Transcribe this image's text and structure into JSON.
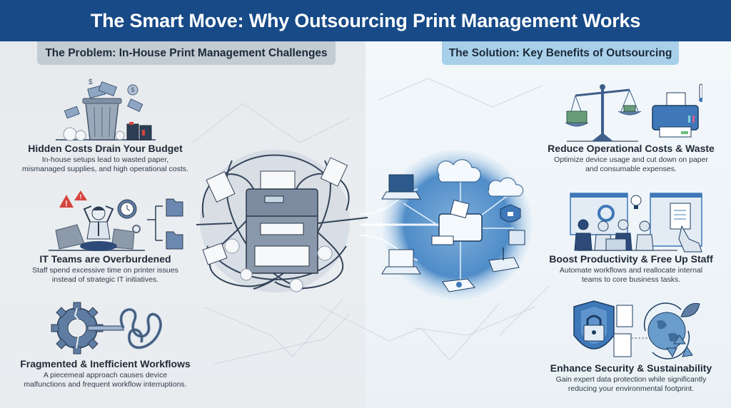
{
  "header": {
    "title": "The Smart Move: Why Outsourcing Print Management Works"
  },
  "problem": {
    "heading": "The Problem: In-House Print Management Challenges",
    "items": [
      {
        "title": "Hidden Costs Drain Your Budget",
        "desc_line1": "In-house setups lead to wasted paper,",
        "desc_line2": "mismanaged supplies, and high operational costs.",
        "icon": "trash-can-money-icon"
      },
      {
        "title": "IT Teams are Overburdened",
        "desc_line1": "Staff spend excessive time on printer issues",
        "desc_line2": "instead of strategic IT initiatives.",
        "icon": "stressed-worker-icon"
      },
      {
        "title": "Fragmented & Inefficient Workflows",
        "desc_line1": "A piecemeal approach causes device",
        "desc_line2": "malfunctions and frequent workflow interruptions.",
        "icon": "broken-gear-tangle-icon"
      }
    ],
    "center_illustration": "tangled-printer-illustration"
  },
  "solution": {
    "heading": "The Solution: Key Benefits of Outsourcing",
    "items": [
      {
        "title": "Reduce Operational Costs & Waste",
        "desc_line1": "Optimize device usage and cut down on paper",
        "desc_line2": "and consumable expenses.",
        "icon": "scale-printer-icon"
      },
      {
        "title": "Boost Productivity & Free Up Staff",
        "desc_line1": "Automate workflows and reallocate internal",
        "desc_line2": "teams to core business tasks.",
        "icon": "team-collaboration-icon"
      },
      {
        "title": "Enhance Security & Sustainability",
        "desc_line1": "Gain expert data protection while significantly",
        "desc_line2": "reducing your environmental footprint.",
        "icon": "shield-globe-recycle-icon"
      }
    ],
    "center_illustration": "connected-network-printer-illustration"
  },
  "colors": {
    "header_bg": "#174a87",
    "problem_badge": "#c3cbd3",
    "solution_badge": "#a9d0ea",
    "accent_blue": "#3f78b8",
    "slate": "#5b6b80",
    "alert_red": "#d6453d"
  }
}
